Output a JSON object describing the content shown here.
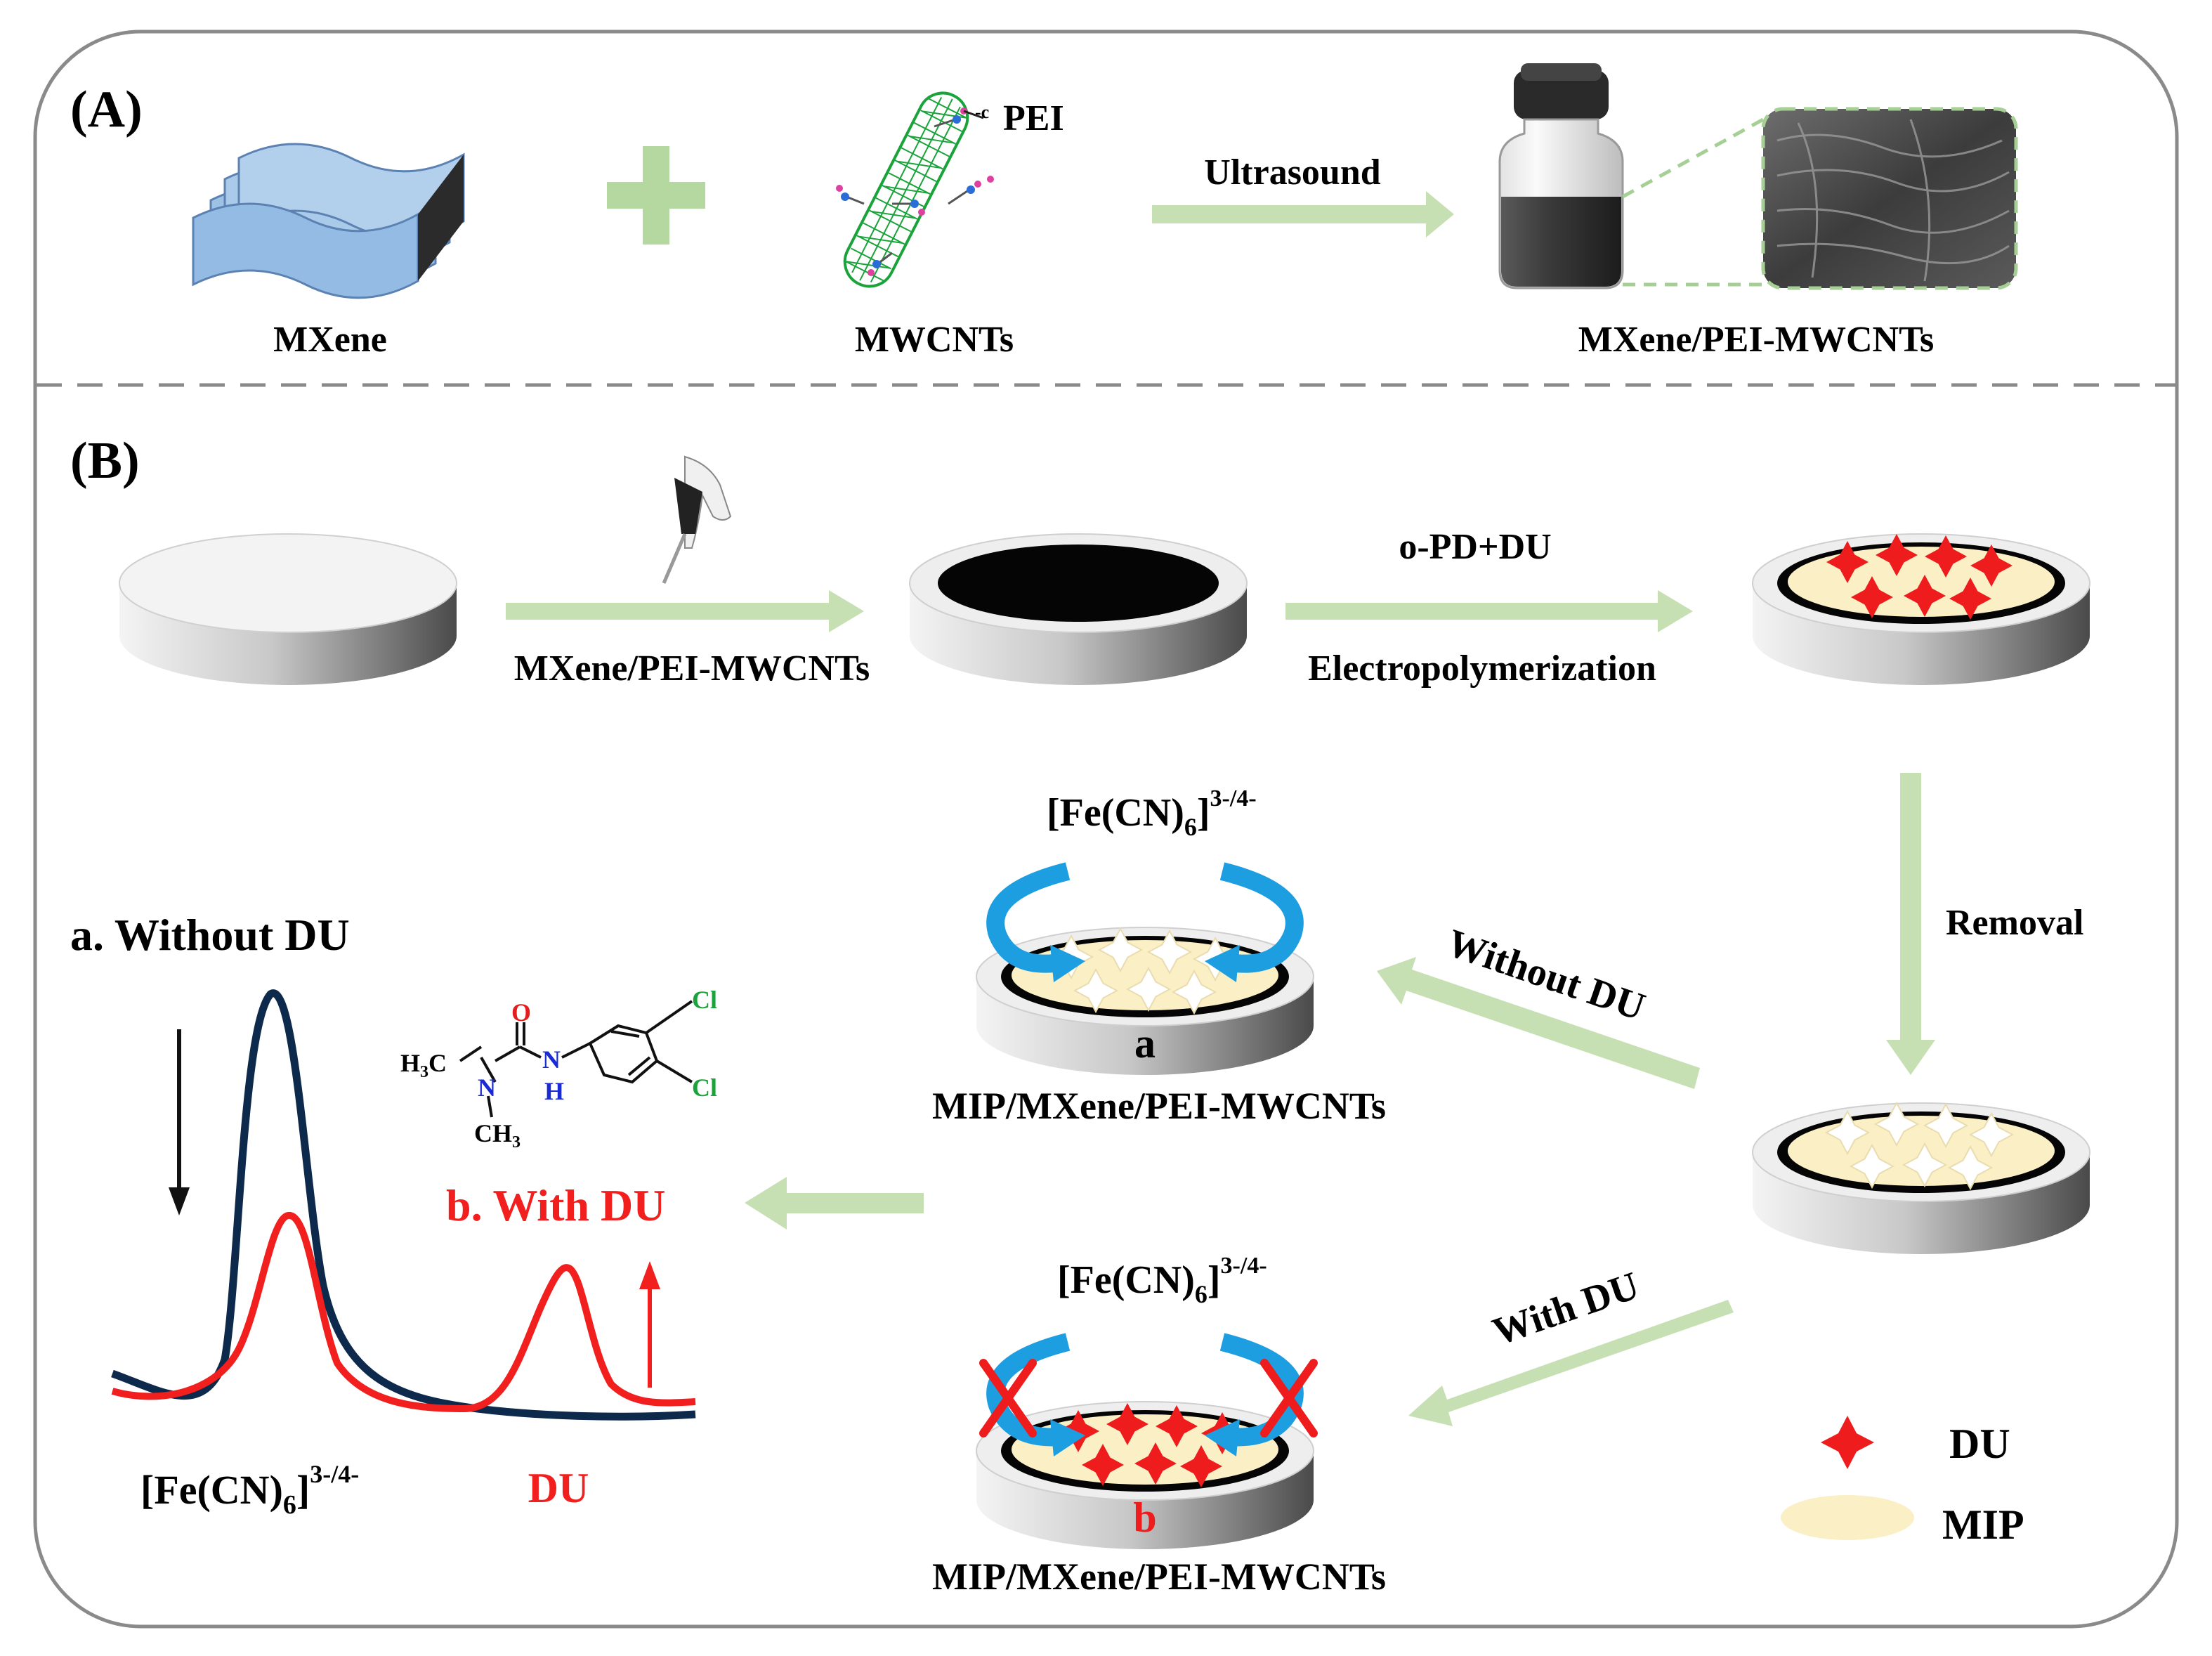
{
  "panel_a": {
    "label": "(A)",
    "mxene_label": "MXene",
    "mwcnts_label": "MWCNTs",
    "pei_label": "PEI",
    "pei_group_mark": "-c",
    "arrow_label": "Ultrasound",
    "product_label": "MXene/PEI-MWCNTs"
  },
  "panel_b": {
    "label": "(B)",
    "step1_label": "MXene/PEI-MWCNTs",
    "step2_top": "o-PD+DU",
    "step2_bottom": "Electropolymerization",
    "removal_label": "Removal",
    "without_du_arrow": "Without DU",
    "with_du_arrow": "With DU",
    "probe_base": "[Fe(CN)",
    "probe_sub": "6",
    "probe_close": "]",
    "probe_sup": "3-/4-",
    "electrode_a_mark": "a",
    "electrode_b_mark": "b",
    "electrode_caption": "MIP/MXene/PEI-MWCNTs",
    "curve_a_label": "a. Without DU",
    "curve_b_label": "b. With DU",
    "peak_du_label": "DU",
    "molecule": {
      "o": "O",
      "n_left": "N",
      "n_right": "N",
      "h": "H",
      "cl_top": "Cl",
      "cl_bottom": "Cl",
      "h3c": "H",
      "h3c_sub": "3",
      "h3c_c": "C",
      "ch3_c": "CH",
      "ch3_sub": "3"
    },
    "legend": {
      "du": "DU",
      "mip": "MIP"
    }
  },
  "colors": {
    "arrow": "#c6e0b4",
    "plus": "#b5d7a0",
    "du_star": "#ee1c1c",
    "mip_fill": "#fbefc6",
    "curve_a": "#0d2a4c",
    "curve_b": "#f21f1f",
    "probe_arrow": "#1d9ee0",
    "nanotube": "#1aa33a",
    "mxene": "#9ec2e6"
  }
}
